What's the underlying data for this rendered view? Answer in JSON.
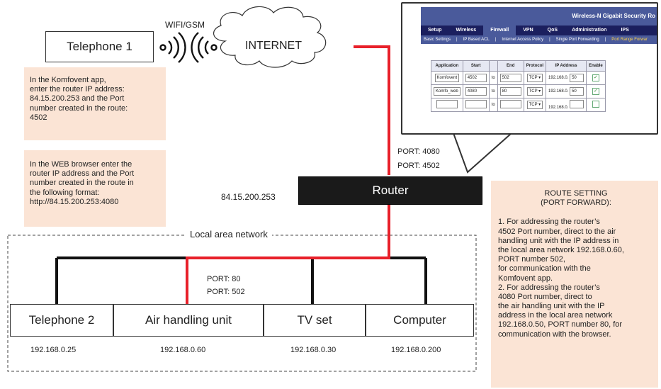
{
  "top": {
    "phone1": "Telephone 1",
    "wifi_label": "WIFI/GSM",
    "internet": "INTERNET"
  },
  "notes": {
    "app": [
      "In the Komfovent app,",
      "enter the router IP address:",
      "84.15.200.253 and the Port",
      "number created in the route:",
      "4502"
    ],
    "web": [
      "In the WEB browser enter the",
      "router IP address and the Port",
      "number created in the route in",
      "the following format:",
      "http://84.15.200.253:4080"
    ]
  },
  "router": {
    "label": "Router",
    "ip": "84.15.200.253",
    "port_a": "PORT: 4080",
    "port_b": "PORT: 4502"
  },
  "lan": {
    "label": "Local area network",
    "ahu_port_a": "PORT: 80",
    "ahu_port_b": "PORT: 502",
    "devices": [
      {
        "name": "Telephone 2",
        "ip": "192.168.0.25"
      },
      {
        "name": "Air handling unit",
        "ip": "192.168.0.60"
      },
      {
        "name": "TV set",
        "ip": "192.168.0.30"
      },
      {
        "name": "Computer",
        "ip": "192.168.0.200"
      }
    ]
  },
  "route_setting": {
    "title1": "ROUTE SETTING",
    "title2": "(PORT FORWARD):",
    "lines": [
      "1. For addressing the router’s",
      "4502 Port number, direct to the air",
      "handling unit with the IP address in",
      "the local area network 192.168.0.60,",
      "PORT number 502,",
      "for communication with the",
      "Komfovent app.",
      "2. For addressing the router’s",
      "4080 Port number, direct to",
      "the air handling unit with the IP",
      "address in the local area network",
      "192.168.0.50, PORT number 80, for",
      "communication with the browser."
    ]
  },
  "router_ui": {
    "header": "Wireless-N Gigabit Security Ro",
    "tabs": [
      "Setup",
      "Wireless",
      "Firewall",
      "VPN",
      "QoS",
      "Administration",
      "IPS"
    ],
    "active_tab": "Firewall",
    "subtabs": [
      "Basic Settings",
      "|",
      "IP Based ACL",
      "|",
      "Internet Access Policy",
      "|",
      "Single Port Forwarding",
      "|",
      "Port Range Forwar"
    ],
    "columns": [
      "Application",
      "Start",
      "",
      "End",
      "Protocol",
      "IP Address",
      "Enable"
    ],
    "rows": [
      {
        "app": "Komfovent",
        "start": "4502",
        "to": "to",
        "end": "502",
        "proto": "TCP",
        "ip_prefix": "192.168.0.",
        "ip_last": "50",
        "enabled": "✓"
      },
      {
        "app": "Komfo_web",
        "start": "4080",
        "to": "to",
        "end": "80",
        "proto": "TCP",
        "ip_prefix": "192.168.0.",
        "ip_last": "50",
        "enabled": "✓"
      },
      {
        "app": "",
        "start": "",
        "to": "to",
        "end": "",
        "proto": "TCP",
        "ip_prefix": "192.168.0.",
        "ip_last": "",
        "enabled": ""
      }
    ]
  },
  "colors": {
    "red": "#e8202a",
    "black": "#111111",
    "note_bg": "#fbe4d5",
    "router_bg": "#1a1a1a"
  }
}
